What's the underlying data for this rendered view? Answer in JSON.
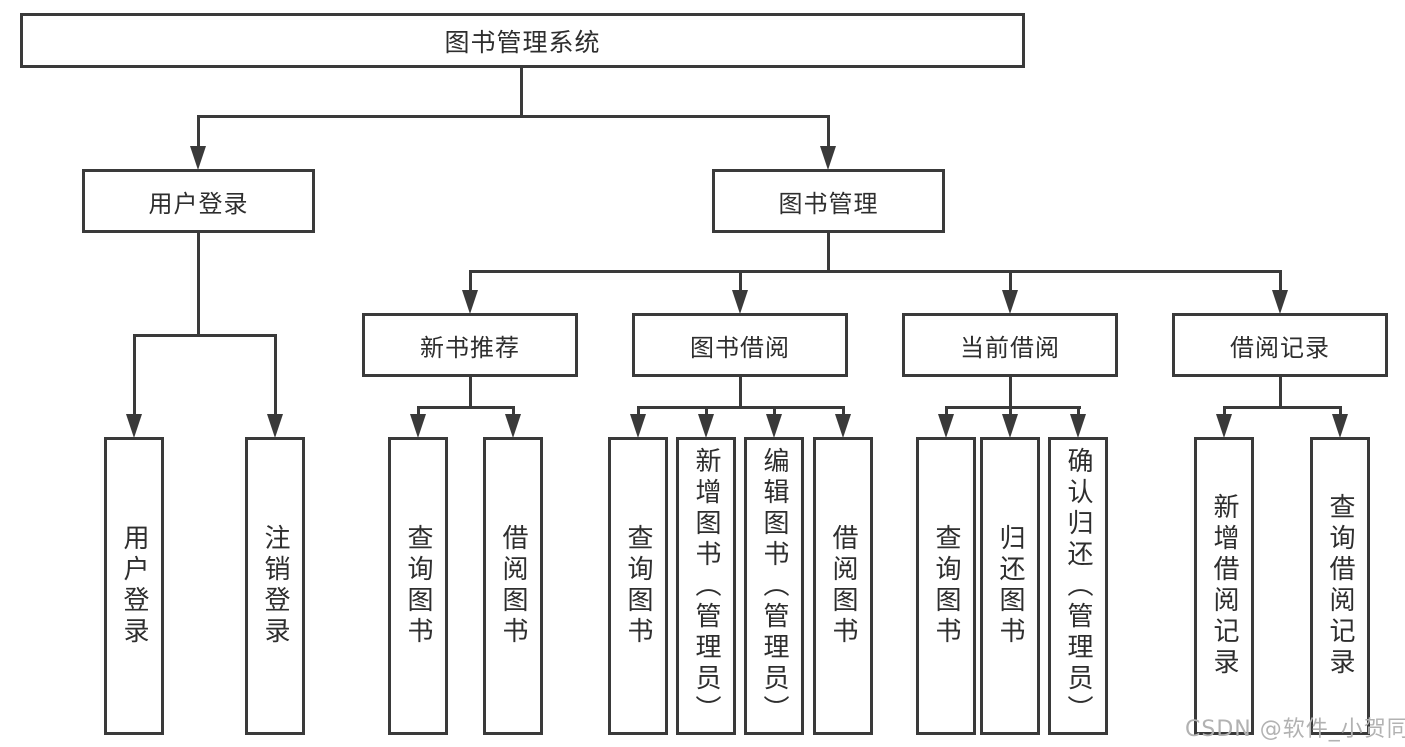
{
  "title": "图书管理系统",
  "level2": [
    "用户登录",
    "图书管理"
  ],
  "level3": [
    "新书推荐",
    "图书借阅",
    "当前借阅",
    "借阅记录"
  ],
  "leaves": [
    "用户登录",
    "注销登录",
    "查询图书",
    "借阅图书",
    "查询图书",
    "新增图书（管理员）",
    "编辑图书（管理员）",
    "借阅图书",
    "查询图书",
    "归还图书",
    "确认归还（管理员）",
    "新增借阅记录",
    "查询借阅记录"
  ],
  "watermark": "CSDN @软件_小贺同学",
  "colors": {
    "line": "#3a3a3a",
    "text": "#2e2e2e",
    "watermark": "#b2b2b2"
  }
}
